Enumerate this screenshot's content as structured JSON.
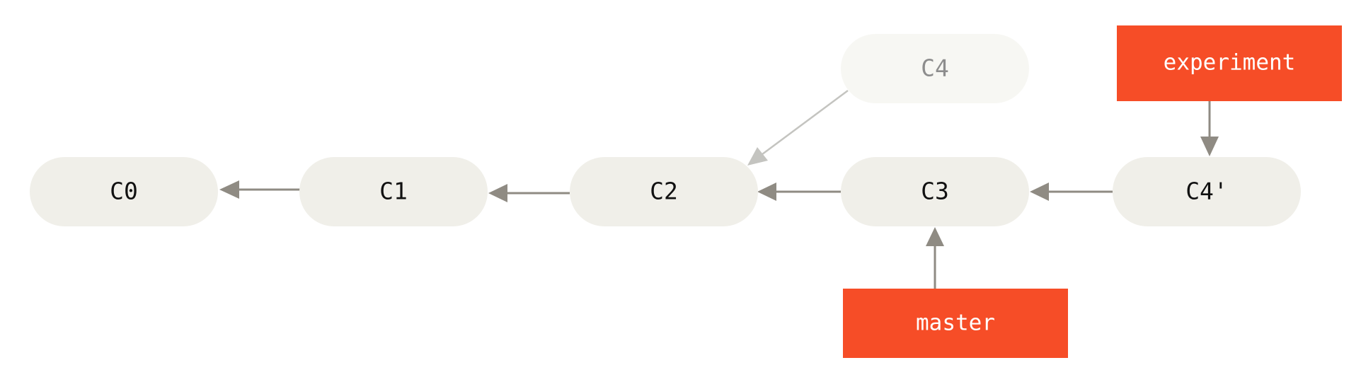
{
  "colors": {
    "commit_fill": "#f0efe9",
    "commit_text": "#111111",
    "ghost_fill": "#f7f7f3",
    "ghost_text": "#8d8d8d",
    "branch_fill": "#f64d27",
    "branch_text": "#ffffff",
    "arrow": "#8f8b83",
    "ghost_arrow": "#c4c4c0"
  },
  "commits": {
    "c0": "C0",
    "c1": "C1",
    "c2": "C2",
    "c3": "C3",
    "c4_rebased": "C4'",
    "c4_original": "C4"
  },
  "branches": {
    "experiment": "experiment",
    "master": "master"
  }
}
